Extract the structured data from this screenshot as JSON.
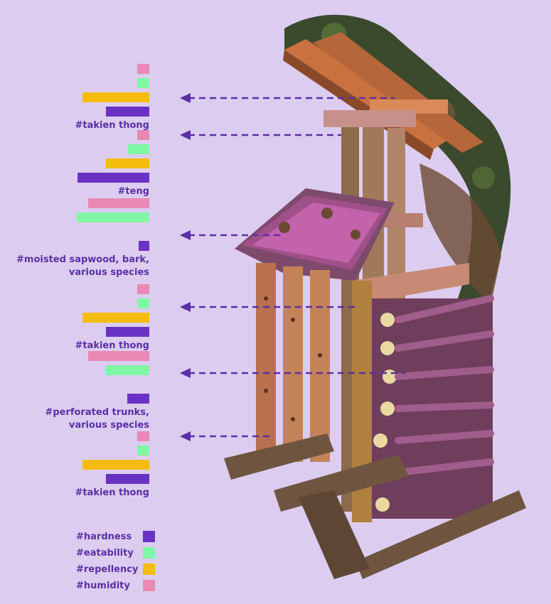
{
  "colors": {
    "background": "#dccdf0",
    "hardness": "#6a32c4",
    "eatability": "#7ff7a5",
    "repellency": "#f5bc10",
    "humidity": "#e889b4",
    "arrow": "#5a2fa6",
    "text": "#5a2fa6"
  },
  "legend": [
    {
      "key": "hardness",
      "label": "#hardness"
    },
    {
      "key": "eatability",
      "label": "#eatability"
    },
    {
      "key": "repellency",
      "label": "#repellency"
    },
    {
      "key": "humidity",
      "label": "#humidity"
    }
  ],
  "chart_data": {
    "type": "bar",
    "orientation": "horizontal",
    "scale": "relative, unlabeled",
    "properties": [
      "humidity",
      "eatability",
      "repellency",
      "hardness"
    ],
    "materials": [
      {
        "label": "#takien thong",
        "values": {
          "humidity": 0.15,
          "eatability": 0.15,
          "repellency": 0.85,
          "hardness": 0.55
        }
      },
      {
        "label": "#teng",
        "values": {
          "humidity": 0.15,
          "eatability": 0.27,
          "repellency": 0.55,
          "hardness": 0.92
        }
      },
      {
        "label": "#moisted sapwood, bark,\nvarious species",
        "values": {
          "humidity": 0.78,
          "eatability": 0.93,
          "repellency": 0,
          "hardness": 0.14
        }
      },
      {
        "label": "#takien thong",
        "values": {
          "humidity": 0.15,
          "eatability": 0.15,
          "repellency": 0.85,
          "hardness": 0.55
        }
      },
      {
        "label": "#perforated trunks,\nvarious species",
        "values": {
          "humidity": 0.78,
          "eatability": 0.55,
          "repellency": 0,
          "hardness": 0.28
        }
      },
      {
        "label": "#takien thong",
        "values": {
          "humidity": 0.15,
          "eatability": 0.15,
          "repellency": 0.85,
          "hardness": 0.55
        }
      }
    ]
  }
}
